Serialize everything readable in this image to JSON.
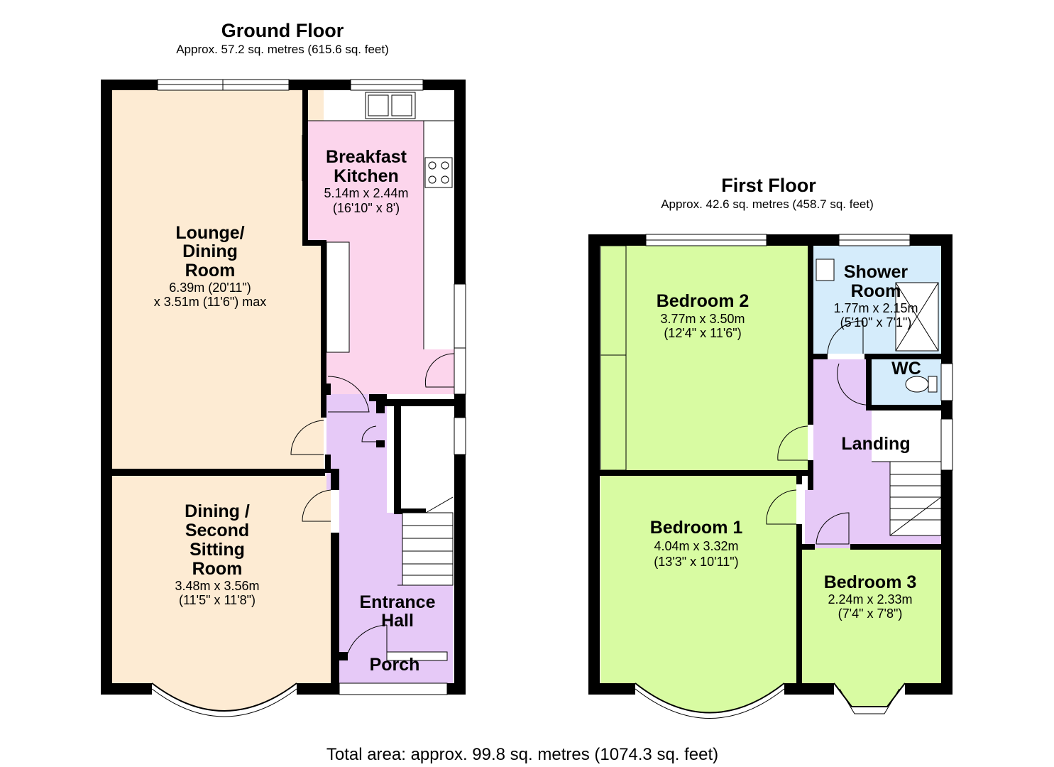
{
  "ground_floor": {
    "title": "Ground Floor",
    "area": "Approx. 57.2 sq. metres (615.6 sq. feet)",
    "rooms": {
      "lounge": {
        "name_lines": [
          "Lounge/",
          "Dining",
          "Room"
        ],
        "dims": [
          "6.39m (20'11\")",
          "x 3.51m (11'6\") max"
        ]
      },
      "kitchen": {
        "name_lines": [
          "Breakfast",
          "Kitchen"
        ],
        "dims": [
          "5.14m x 2.44m",
          "(16'10\" x 8')"
        ]
      },
      "dining": {
        "name_lines": [
          "Dining /",
          "Second",
          "Sitting",
          "Room"
        ],
        "dims": [
          "3.48m x 3.56m",
          "(11'5\" x 11'8\")"
        ]
      },
      "entrance": {
        "name_lines": [
          "Entrance",
          "Hall"
        ]
      },
      "porch": {
        "name_lines": [
          "Porch"
        ]
      }
    }
  },
  "first_floor": {
    "title": "First Floor",
    "area": "Approx. 42.6 sq. metres (458.7 sq. feet)",
    "rooms": {
      "bedroom2": {
        "name_lines": [
          "Bedroom 2"
        ],
        "dims": [
          "3.77m x 3.50m",
          "(12'4\" x 11'6\")"
        ]
      },
      "shower": {
        "name_lines": [
          "Shower",
          "Room"
        ],
        "dims": [
          "1.77m x 2.15m",
          "(5'10\" x 7'1\")"
        ]
      },
      "wc": {
        "name_lines": [
          "WC"
        ]
      },
      "landing": {
        "name_lines": [
          "Landing"
        ]
      },
      "bedroom1": {
        "name_lines": [
          "Bedroom 1"
        ],
        "dims": [
          "4.04m x 3.32m",
          "(13'3\" x 10'11\")"
        ]
      },
      "bedroom3": {
        "name_lines": [
          "Bedroom 3"
        ],
        "dims": [
          "2.24m x 2.33m",
          "(7'4\" x 7'8\")"
        ]
      }
    }
  },
  "total_area": "Total area: approx. 99.8 sq. metres (1074.3 sq. feet)",
  "colors": {
    "lounge": "#fdebd3",
    "kitchen": "#fcd5ec",
    "hall": "#e6c9f7",
    "bedroom": "#d8fba2",
    "bathroom": "#d5ecfb",
    "wall": "#000000"
  }
}
